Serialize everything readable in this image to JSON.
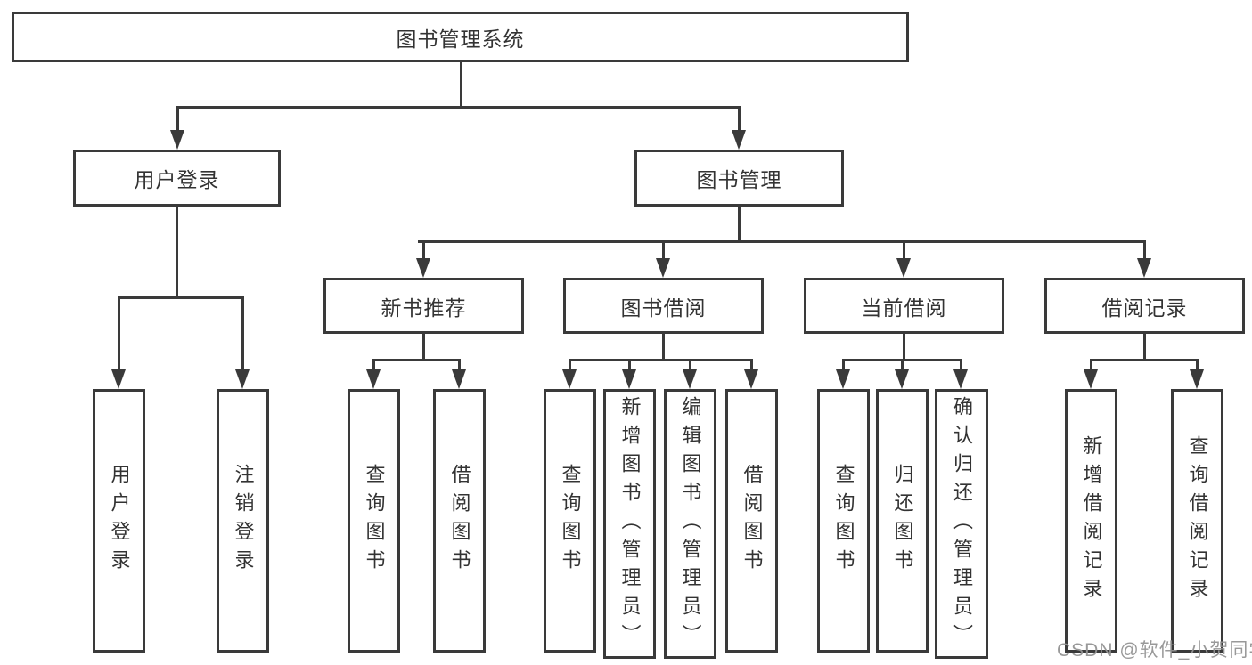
{
  "diagram": {
    "title": "图书管理系统",
    "branches": [
      {
        "label": "用户登录",
        "children": [
          {
            "label": "用户登录"
          },
          {
            "label": "注销登录"
          }
        ]
      },
      {
        "label": "图书管理",
        "sections": [
          {
            "label": "新书推荐",
            "children": [
              {
                "label": "查询图书"
              },
              {
                "label": "借阅图书"
              }
            ]
          },
          {
            "label": "图书借阅",
            "children": [
              {
                "label": "查询图书"
              },
              {
                "label": "新增图书（管理员）"
              },
              {
                "label": "编辑图书（管理员）"
              },
              {
                "label": "借阅图书"
              }
            ]
          },
          {
            "label": "当前借阅",
            "children": [
              {
                "label": "查询图书"
              },
              {
                "label": "归还图书"
              },
              {
                "label": "确认归还（管理员）"
              }
            ]
          },
          {
            "label": "借阅记录",
            "children": [
              {
                "label": "新增借阅记录"
              },
              {
                "label": "查询借阅记录"
              }
            ]
          }
        ]
      }
    ]
  },
  "watermark": {
    "text": "CSDN @软件_小贺同学"
  },
  "colors": {
    "line": "#3a3a3a",
    "text": "#333333",
    "background": "#ffffff",
    "watermark": "#949494"
  }
}
